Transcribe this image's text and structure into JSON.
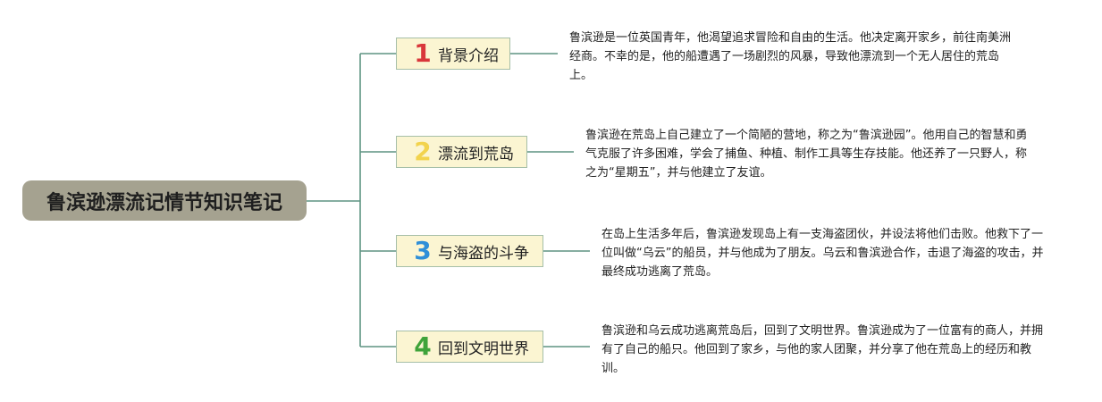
{
  "root": {
    "title": "鲁滨逊漂流记情节知识笔记"
  },
  "colors": {
    "root_bg": "#a5a290",
    "branch_bg": "#fbf5d2",
    "line": "#5e9482"
  },
  "branches": [
    {
      "number": "1",
      "number_color": "#d9373b",
      "label": "背景介绍",
      "description": "鲁滨逊是一位英国青年，他渴望追求冒险和自由的生活。他决定离开家乡，前往南美洲经商。不幸的是，他的船遭遇了一场剧烈的风暴，导致他漂流到一个无人居住的荒岛上。"
    },
    {
      "number": "2",
      "number_color": "#f2d34d",
      "label": "漂流到荒岛",
      "description": "鲁滨逊在荒岛上自己建立了一个简陋的营地，称之为“鲁滨逊园”。他用自己的智慧和勇气克服了许多困难，学会了捕鱼、种植、制作工具等生存技能。他还养了一只野人，称之为“星期五”，并与他建立了友谊。"
    },
    {
      "number": "3",
      "number_color": "#2f8fd8",
      "label": "与海盗的斗争",
      "description": "在岛上生活多年后，鲁滨逊发现岛上有一支海盗团伙，并设法将他们击败。他救下了一位叫做“乌云”的船员，并与他成为了朋友。乌云和鲁滨逊合作，击退了海盗的攻击，并最终成功逃离了荒岛。"
    },
    {
      "number": "4",
      "number_color": "#3fa33a",
      "label": "回到文明世界",
      "description": "鲁滨逊和乌云成功逃离荒岛后，回到了文明世界。鲁滨逊成为了一位富有的商人，并拥有了自己的船只。他回到了家乡，与他的家人团聚，并分享了他在荒岛上的经历和教训。"
    }
  ]
}
